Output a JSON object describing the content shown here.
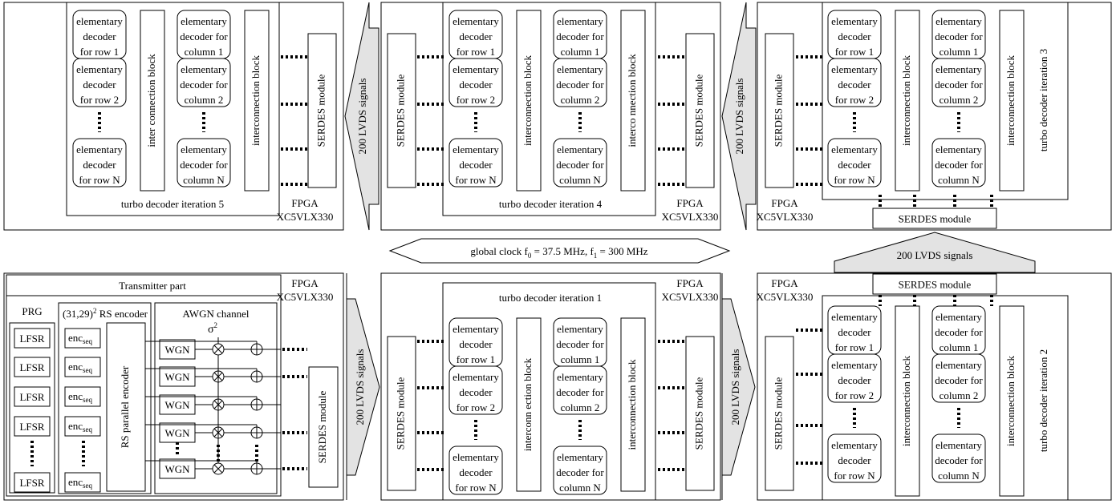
{
  "global_clock": {
    "prefix": "global clock f",
    "sub0": "0",
    "mid": " = 37.5 MHz, f",
    "sub1": "1",
    "suffix": " = 300 MHz"
  },
  "fpga": {
    "label": "FPGA",
    "model": "XC5VLX330"
  },
  "lvds_label": "200 LVDS signals",
  "serdes_label": "SERDES module",
  "interconnect": {
    "iter5_a": "inter connection   block",
    "iter5_b": "interconnection   block",
    "iter4_a": "interconnection   block",
    "iter4_b": "interco nnection   block",
    "iter3_a": "interconnection   block",
    "iter3_b": "interconnection   block",
    "iter1_a": "interconn ection  block",
    "iter1_b": "interconnection   block",
    "iter2_a": "interconnection   block",
    "iter2_b": "interconnection   block"
  },
  "decoders": {
    "row": [
      [
        "elementary",
        "decoder",
        "for row 1"
      ],
      [
        "elementary",
        "decoder",
        "for row 2"
      ],
      [
        "elementary",
        "decoder",
        "for row N"
      ]
    ],
    "col": [
      [
        "elementary",
        "decoder for",
        "column 1"
      ],
      [
        "elementary",
        "decoder for",
        "column 2"
      ],
      [
        "elementary",
        "decoder for",
        "column N"
      ]
    ]
  },
  "iterations": {
    "iter1": "turbo decoder iteration 1",
    "iter2": "turbo decoder iteration 2",
    "iter3": "turbo decoder iteration 3",
    "iter4": "turbo decoder iteration 4",
    "iter5": "turbo decoder iteration 5"
  },
  "transmitter": {
    "title": "Transmitter part",
    "prg": "PRG",
    "lfsr": "LFSR",
    "rs_encoder_prefix": "(31,29)",
    "rs_encoder_sup": "2",
    "rs_encoder_suffix": " RS encoder",
    "enc": "enc",
    "enc_sub": "seq",
    "rs_parallel": "RS parallel encoder",
    "awgn": "AWGN channel",
    "wgn": "WGN",
    "sigma": "σ",
    "sigma_sup": "2"
  }
}
